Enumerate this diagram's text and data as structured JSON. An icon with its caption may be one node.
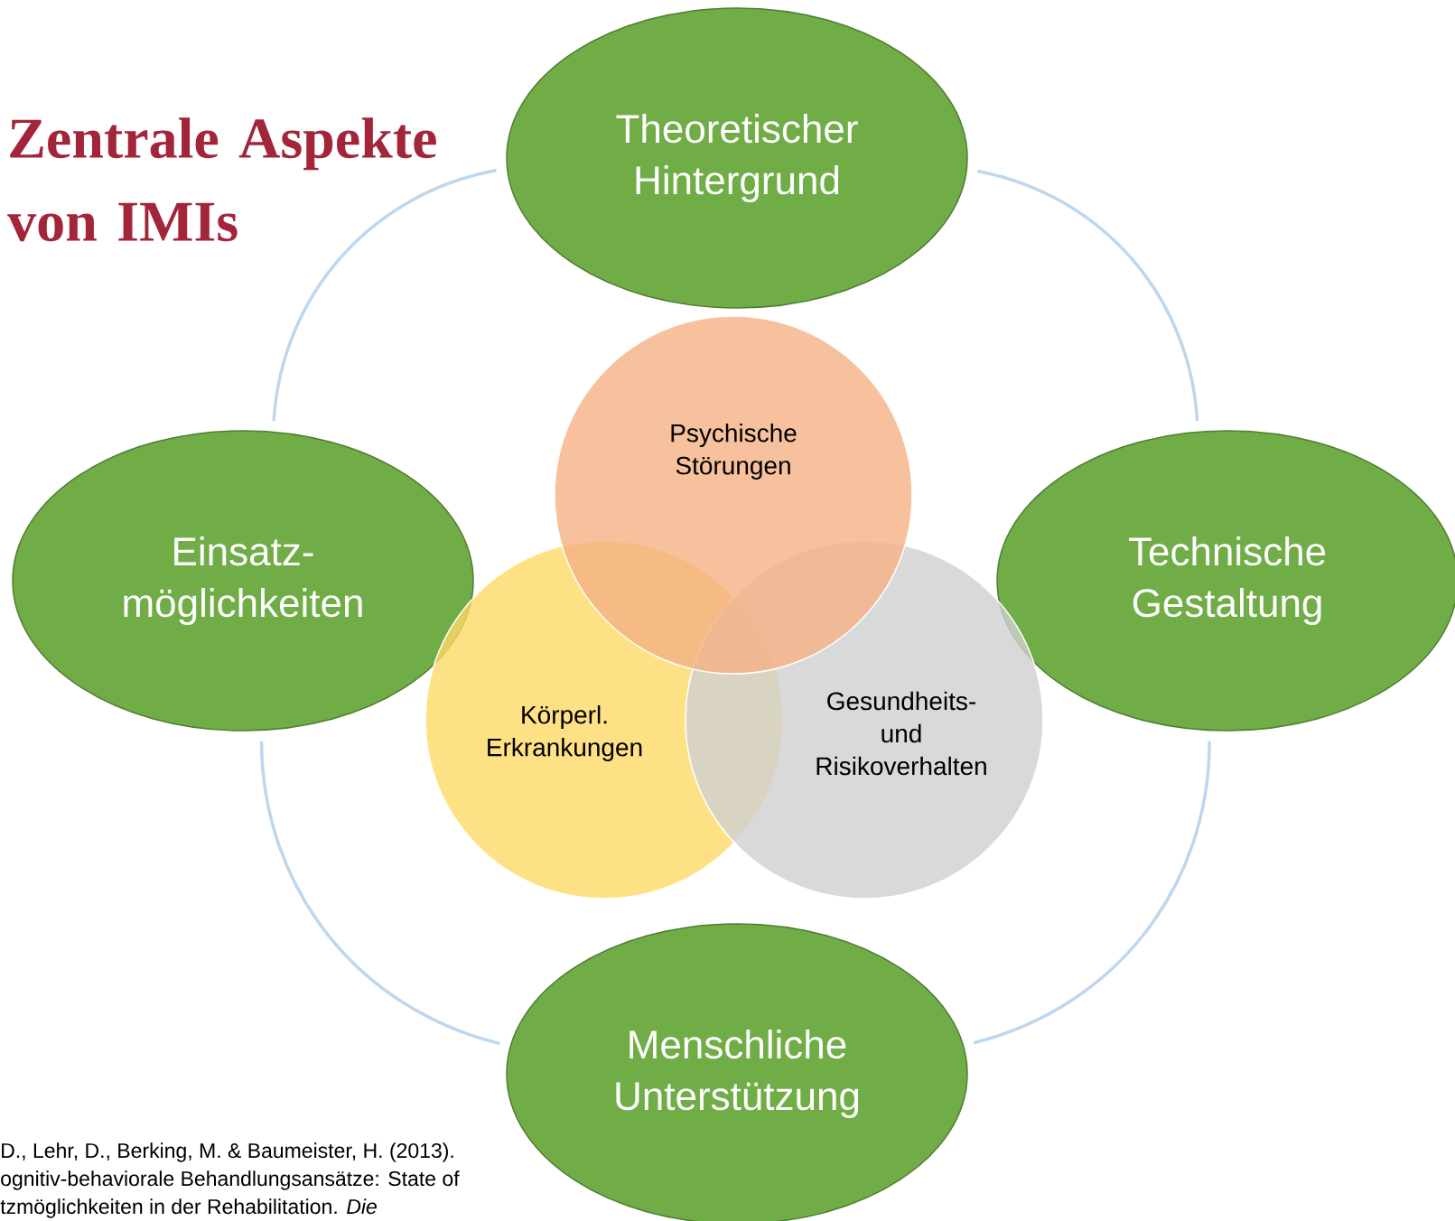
{
  "diagram": {
    "title": "Zentrale Aspekte von IMIs",
    "nodes": [
      {
        "text": [
          "Theoretischer Hintergrund"
        ]
      },
      {
        "text": [
          "Psychische Störungen"
        ]
      },
      {
        "text": [
          "Einsatz- möglichkeiten"
        ]
      },
      {
        "text": [
          "Technische Gestaltung"
        ]
      },
      {
        "text": [
          "Körperl. Erkrankungen"
        ]
      },
      {
        "text": [
          "Gesundheits- und Risikoverhalten"
        ]
      },
      {
        "text": [
          "Menschliche Unterstützung"
        ]
      }
    ],
    "edges": [
      {
        "from": 0,
        "to": 2,
        "arrow": "none",
        "color": "#bdd7ee"
      },
      {
        "from": 0,
        "to": 3,
        "arrow": "none",
        "color": "#bdd7ee"
      },
      {
        "from": 2,
        "to": 6,
        "arrow": "none",
        "color": "#bdd7ee"
      },
      {
        "from": 3,
        "to": 6,
        "arrow": "none",
        "color": "#bdd7ee"
      }
    ],
    "labels": [
      "D., Lehr, D., Berking, M. & Baumeister, H. (2013).",
      "ognitiv-behaviorale Behandlungsansätze: State of",
      "tzmöglichkeiten in der Rehabilitation. *Die*"
    ]
  }
}
